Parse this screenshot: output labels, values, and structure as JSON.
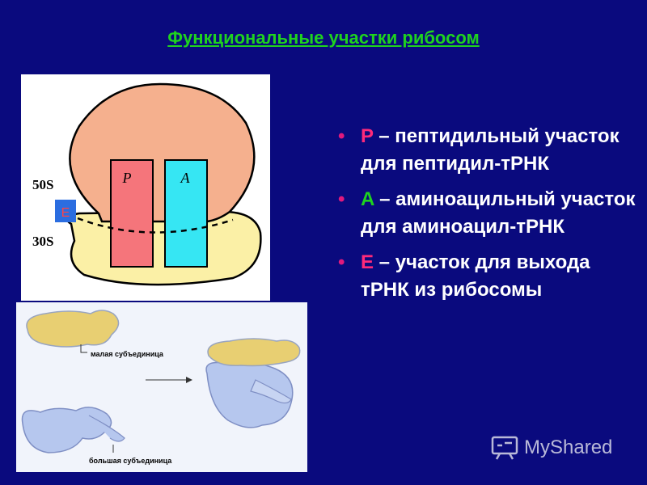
{
  "slide": {
    "title": "Функциональные участки рибосом"
  },
  "diagram": {
    "label_50s": "50S",
    "label_30s": "30S",
    "site_p": "P",
    "site_a": "A",
    "site_e": "E",
    "colors": {
      "large_subunit": "#f5b08e",
      "small_subunit": "#fbf0a6",
      "p_site": "#f5757b",
      "a_site": "#36e6f3",
      "e_box": "#2b6de0"
    }
  },
  "assembly_figure": {
    "small_subunit_label": "малая субъединица",
    "large_subunit_label": "большая субъединица"
  },
  "bullets": [
    {
      "letter": "P",
      "text": " – пептидильный участок для пептидил-тРНК"
    },
    {
      "letter": "A",
      "text": " – аминоацильный участок для аминоацил-тРНК"
    },
    {
      "letter": "E",
      "text": " – участок для выхода тРНК из рибосомы"
    }
  ],
  "watermark": {
    "text": "MyShared",
    "icon": "presentation-icon"
  }
}
